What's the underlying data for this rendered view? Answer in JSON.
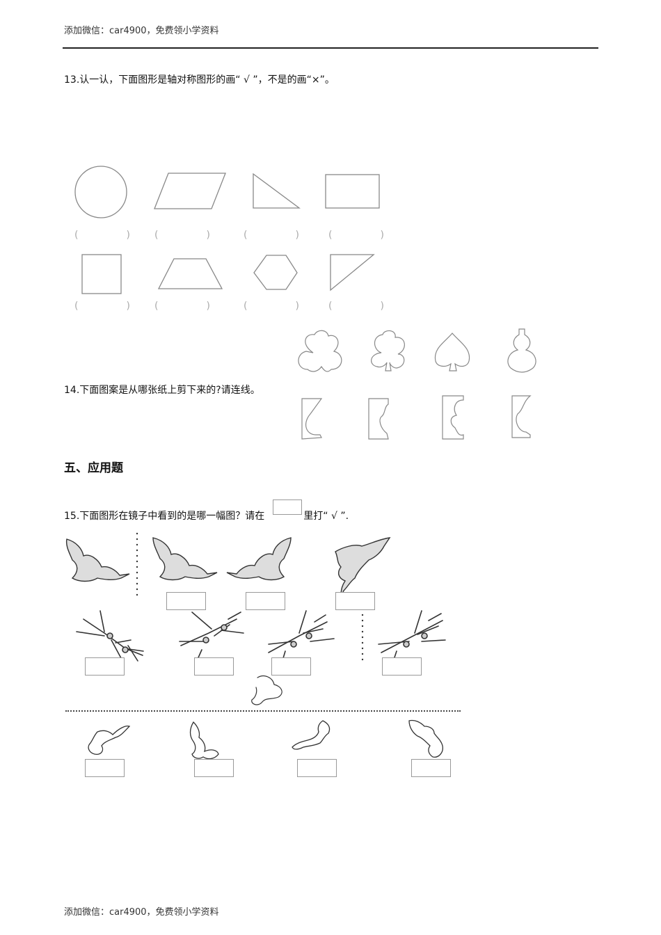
{
  "header": {
    "text": "添加微信：car4900，免费领小学资料"
  },
  "footer": {
    "text": "添加微信：car4900，免费领小学资料"
  },
  "q13": {
    "prompt": "13.认一认，下面图形是轴对称图形的画“ √ ”，不是的画“×”。",
    "shapes_row1": [
      "circle-shape",
      "parallelogram-shape",
      "right-triangle-shape",
      "rectangle-shape"
    ],
    "shapes_row2": [
      "square-shape",
      "trapezoid-shape",
      "hexagon-shape",
      "right-triangle-shape-2"
    ],
    "paren_open": "(",
    "paren_close": ")"
  },
  "q14": {
    "prompt": "14.下面图案是从哪张纸上剪下来的?请连线。",
    "patterns": [
      "trefoil-pattern",
      "club-pattern",
      "spade-pattern",
      "gourd-pattern"
    ],
    "papers": [
      "folded-paper-1",
      "folded-paper-2",
      "folded-paper-3",
      "folded-paper-4"
    ]
  },
  "section5": {
    "title": "五、应用题"
  },
  "q15": {
    "prompt_before": "15.下面图形在镜子中看到的是哪一幅图？请在",
    "prompt_after": "里打“ √ ”."
  }
}
